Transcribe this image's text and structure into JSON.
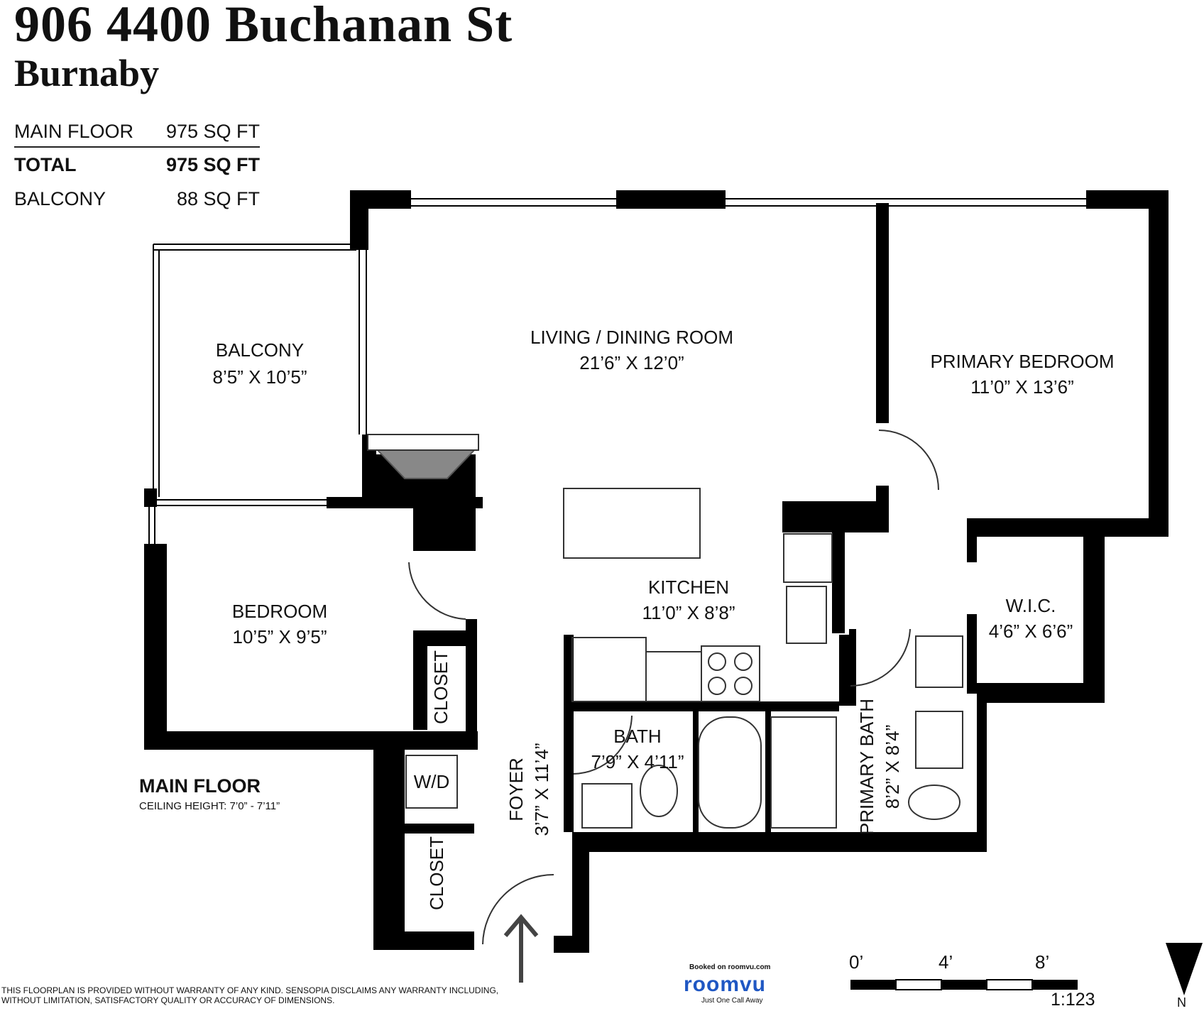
{
  "header": {
    "title": "906 4400 Buchanan St",
    "subtitle": "Burnaby"
  },
  "areas": [
    {
      "label": "MAIN FLOOR",
      "value": "975 SQ FT"
    },
    {
      "label": "TOTAL",
      "value": "975 SQ FT"
    },
    {
      "label": "BALCONY",
      "value": "88 SQ FT"
    }
  ],
  "rooms": {
    "balcony": {
      "name": "BALCONY",
      "size": "8’5” X 10’5”"
    },
    "living": {
      "name": "LIVING / DINING ROOM",
      "size": "21’6” X 12’0”"
    },
    "primary_bedroom": {
      "name": "PRIMARY BEDROOM",
      "size": "11’0” X 13’6”"
    },
    "bedroom": {
      "name": "BEDROOM",
      "size": "10’5” X 9’5”"
    },
    "kitchen": {
      "name": "KITCHEN",
      "size": "11’0” X 8’8”"
    },
    "wic": {
      "name": "W.I.C.",
      "size": "4’6” X 6’6”"
    },
    "bath": {
      "name": "BATH",
      "size": "7’9” X 4’11”"
    },
    "primary_bath": {
      "name": "PRIMARY BATH",
      "size": "8’2” X 8’4”"
    },
    "foyer": {
      "name": "FOYER",
      "size": "3’7” X 11’4”"
    },
    "closet": "CLOSET",
    "wd": "W/D"
  },
  "floor": {
    "title": "MAIN FLOOR",
    "ceiling": "CEILING HEIGHT: 7’0” - 7’11”"
  },
  "footer": {
    "disclaimer_1": "THIS FLOORPLAN IS PROVIDED WITHOUT WARRANTY OF ANY KIND. SENSOPIA DISCLAIMS ANY WARRANTY INCLUDING,",
    "disclaimer_2": "WITHOUT LIMITATION, SATISFACTORY QUALITY OR ACCURACY OF DIMENSIONS.",
    "booked": "Booked on roomvu.com",
    "logo": "roomvu",
    "tagline": "Just One Call Away"
  },
  "scale": {
    "ticks": [
      "0’",
      "4’",
      "8’"
    ],
    "ratio": "1:123",
    "north": "N"
  },
  "colors": {
    "wall": "#000000",
    "logo": "#1f57c3"
  }
}
